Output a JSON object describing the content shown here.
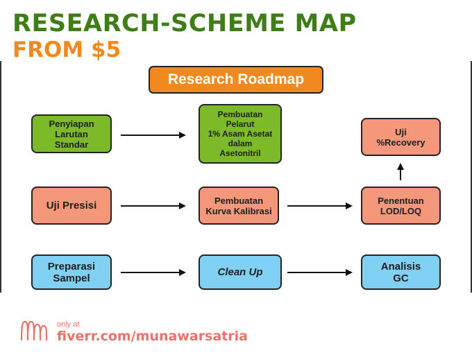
{
  "header": {
    "title": "RESEARCH-SCHEME MAP",
    "subtitle": "FROM $5"
  },
  "roadmap": {
    "label": "Research Roadmap",
    "color": "#f08a1e"
  },
  "nodes": {
    "penyiapan": "Penyiapan\nLarutan\nStandar",
    "pembuatan_pelarut": "Pembuatan\nPelarut\n1% Asam Asetat\ndalam\nAsetonitril",
    "uji_recovery": "Uji\n%Recovery",
    "uji_presisi": "Uji Presisi",
    "kurva_kalibrasi": "Pembuatan\nKurva Kalibrasi",
    "lod_loq": "Penentuan\nLOD/LOQ",
    "preparasi": "Preparasi\nSampel",
    "clean_up": "Clean Up",
    "analisis_gc": "Analisis\nGC"
  },
  "colors": {
    "green": "#7cba2a",
    "salmon": "#f4977a",
    "blue": "#7fd0f3",
    "title_green": "#3f7d16",
    "orange": "#f08a1e",
    "footer": "#e8736a"
  },
  "footer": {
    "only_at": "only at",
    "site": "fiverr.com/munawarsatria",
    "logo_icon": "mn-monogram-icon"
  }
}
